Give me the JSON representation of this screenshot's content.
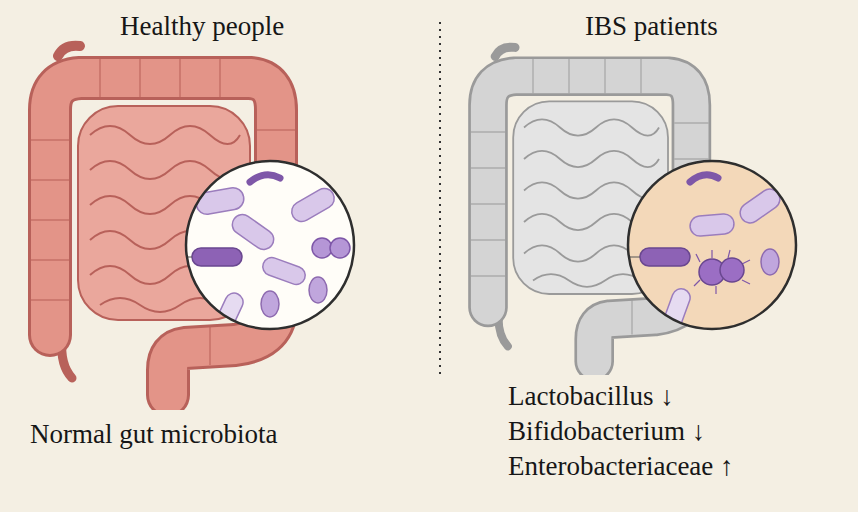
{
  "diagram": {
    "labels": [
      "Healthy people",
      "IBS patients",
      "Normal gut microbiota",
      "Lactobacillus ↓",
      "Bifidobacterium ↓",
      "Enterobacteriaceae ↑"
    ]
  }
}
